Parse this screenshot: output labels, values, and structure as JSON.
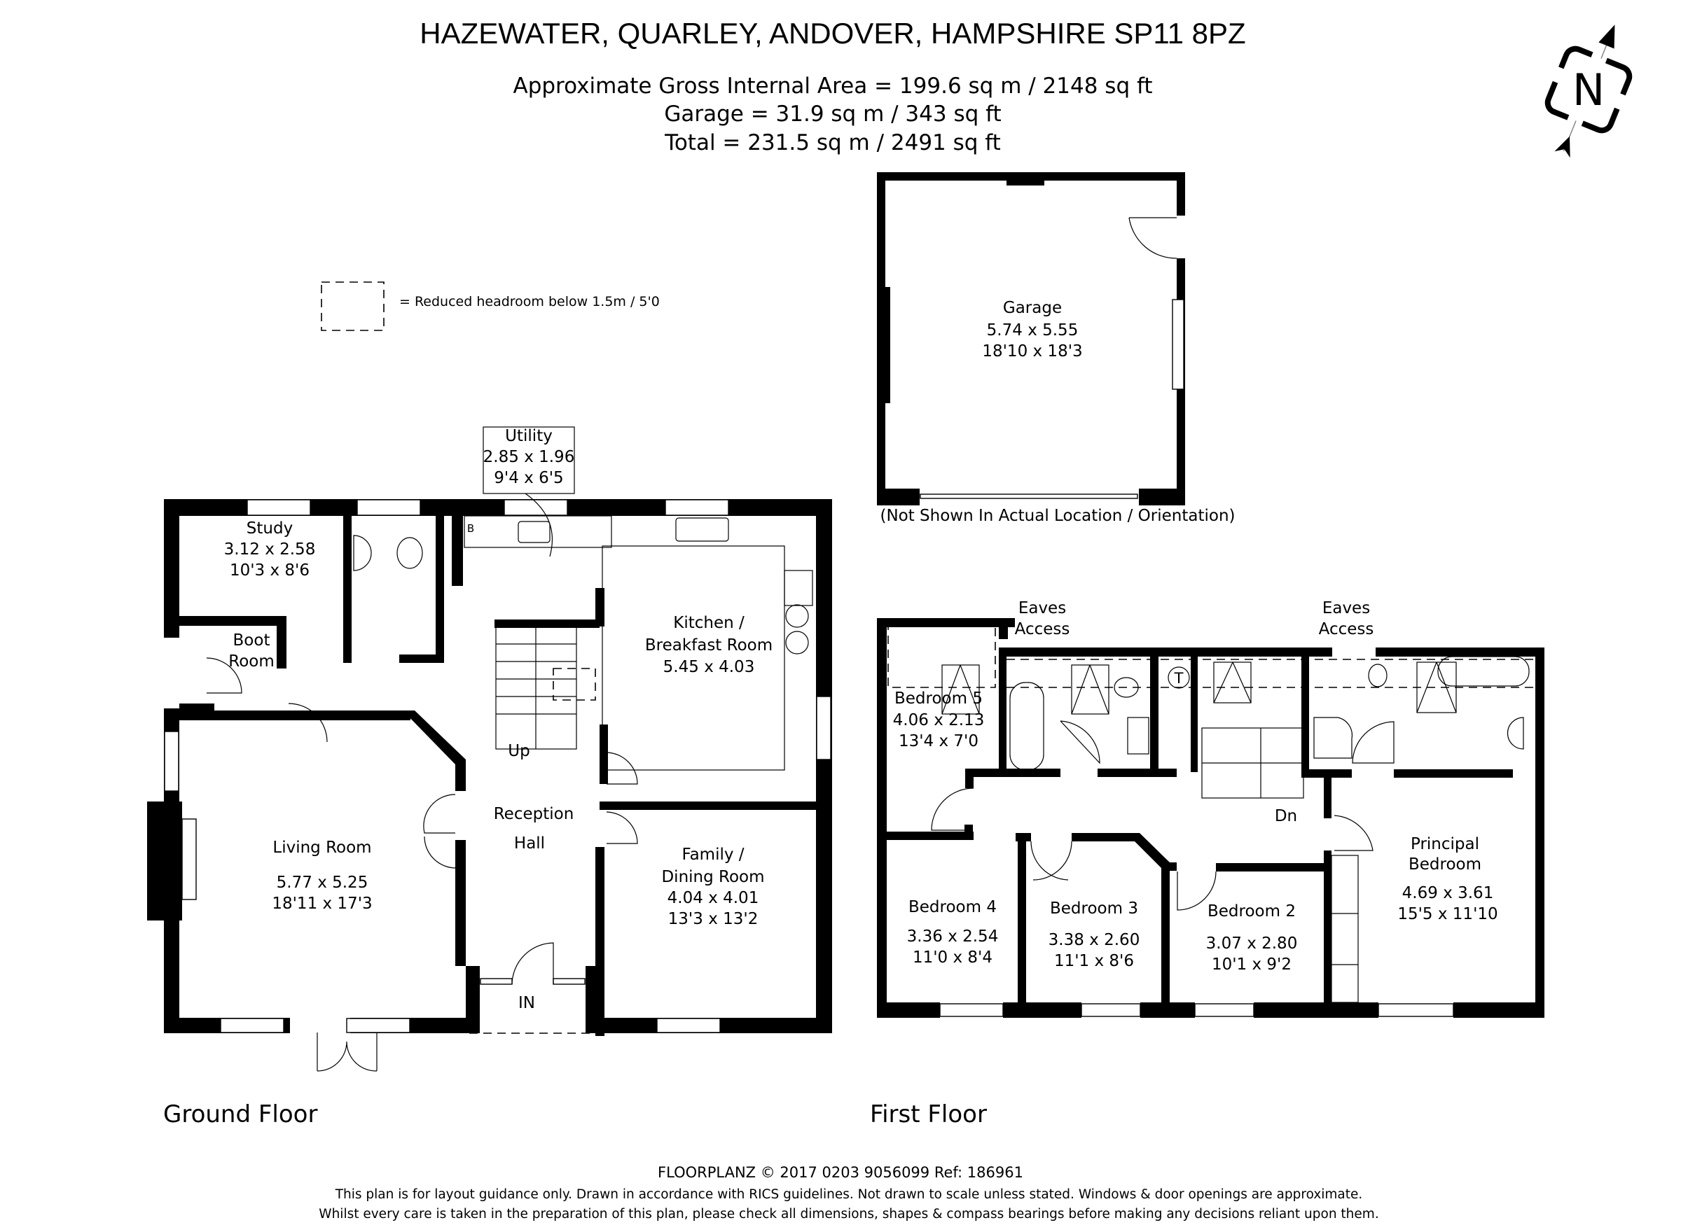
{
  "header": {
    "title": "HAZEWATER, QUARLEY, ANDOVER, HAMPSHIRE SP11 8PZ",
    "area_lines": [
      "Approximate Gross Internal Area = 199.6 sq m / 2148 sq ft",
      "Garage = 31.9 sq m / 343 sq ft",
      "Total = 231.5 sq m / 2491 sq ft"
    ]
  },
  "compass": {
    "label": "N",
    "icon": "north-arrow-icon"
  },
  "legend": {
    "text": "= Reduced headroom below 1.5m / 5'0"
  },
  "garage": {
    "name": "Garage",
    "metric": "5.74 x 5.55",
    "imperial": "18'10 x 18'3",
    "caption": "(Not Shown In Actual Location / Orientation)"
  },
  "ground_floor": {
    "label": "Ground Floor",
    "rooms": {
      "utility": {
        "name": "Utility",
        "metric": "2.85 x 1.96",
        "imperial": "9'4 x 6'5"
      },
      "study": {
        "name": "Study",
        "metric": "3.12 x 2.58",
        "imperial": "10'3 x 8'6"
      },
      "boot_room": {
        "name1": "Boot",
        "name2": "Room"
      },
      "kitchen": {
        "name1": "Kitchen /",
        "name2": "Breakfast Room",
        "metric": "5.45 x 4.03"
      },
      "living": {
        "name": "Living Room",
        "metric": "5.77 x 5.25",
        "imperial": "18'11 x 17'3"
      },
      "reception": {
        "name1": "Reception",
        "name2": "Hall"
      },
      "family": {
        "name1": "Family /",
        "name2": "Dining Room",
        "metric": "4.04 x 4.01",
        "imperial": "13'3 x 13'2"
      }
    },
    "labels": {
      "boiler": "B",
      "up": "Up",
      "entrance": "IN"
    }
  },
  "first_floor": {
    "label": "First Floor",
    "eaves": [
      "Eaves",
      "Access"
    ],
    "rooms": {
      "bedroom5": {
        "name": "Bedroom 5",
        "metric": "4.06 x 2.13",
        "imperial": "13'4 x 7'0"
      },
      "bedroom4": {
        "name": "Bedroom 4",
        "metric": "3.36 x 2.54",
        "imperial": "11'0 x 8'4"
      },
      "bedroom3": {
        "name": "Bedroom 3",
        "metric": "3.38 x 2.60",
        "imperial": "11'1 x 8'6"
      },
      "bedroom2": {
        "name": "Bedroom 2",
        "metric": "3.07 x 2.80",
        "imperial": "10'1 x 9'2"
      },
      "principal": {
        "name1": "Principal",
        "name2": "Bedroom",
        "metric": "4.69 x 3.61",
        "imperial": "15'5 x 11'10"
      }
    },
    "labels": {
      "tank": "T",
      "down": "Dn"
    }
  },
  "footer": {
    "credit": "FLOORPLANZ © 2017   0203 9056099   Ref: 186961",
    "disclaimer1": "This plan is for layout guidance only. Drawn in accordance with RICS guidelines. Not drawn to scale unless stated. Windows & door openings are approximate.",
    "disclaimer2": "Whilst every care is taken in the preparation of this plan, please check all dimensions, shapes & compass bearings before making any decisions reliant upon them."
  }
}
